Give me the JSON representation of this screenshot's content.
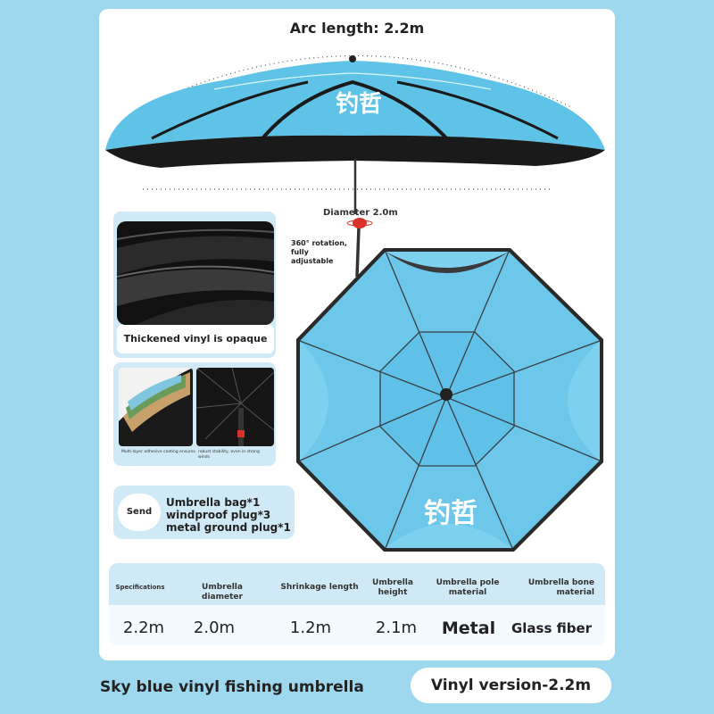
{
  "header": {
    "arc_length_label": "Arc length: 2.2m"
  },
  "product_image": {
    "diameter_label": "Diameter 2.0m",
    "rotation_label": "360° rotation, fully adjustable",
    "canopy_logo": "钓哲",
    "canopy_color": "#5ec3e6",
    "underside_color": "#1a1a1a"
  },
  "features": {
    "vinyl_caption": "Thickened vinyl is opaque",
    "layers_caption": "Multi-layer adhesive coating ensures",
    "stability_caption": "robust stability, even in strong winds"
  },
  "accessories": {
    "send_label": "Send",
    "items": [
      "Umbrella bag*1",
      "windproof plug*3",
      "metal ground plug*1"
    ]
  },
  "specs": {
    "headers": [
      "Specifications",
      "Umbrella diameter",
      "Shrinkage length",
      "Umbrella height",
      "Umbrella pole material",
      "Umbrella bone material"
    ],
    "values": [
      "2.2m",
      "2.0m",
      "1.2m",
      "2.1m",
      "Metal",
      "Glass fiber"
    ]
  },
  "footer": {
    "product_name": "Sky blue vinyl fishing umbrella",
    "version": "Vinyl version-2.2m"
  }
}
